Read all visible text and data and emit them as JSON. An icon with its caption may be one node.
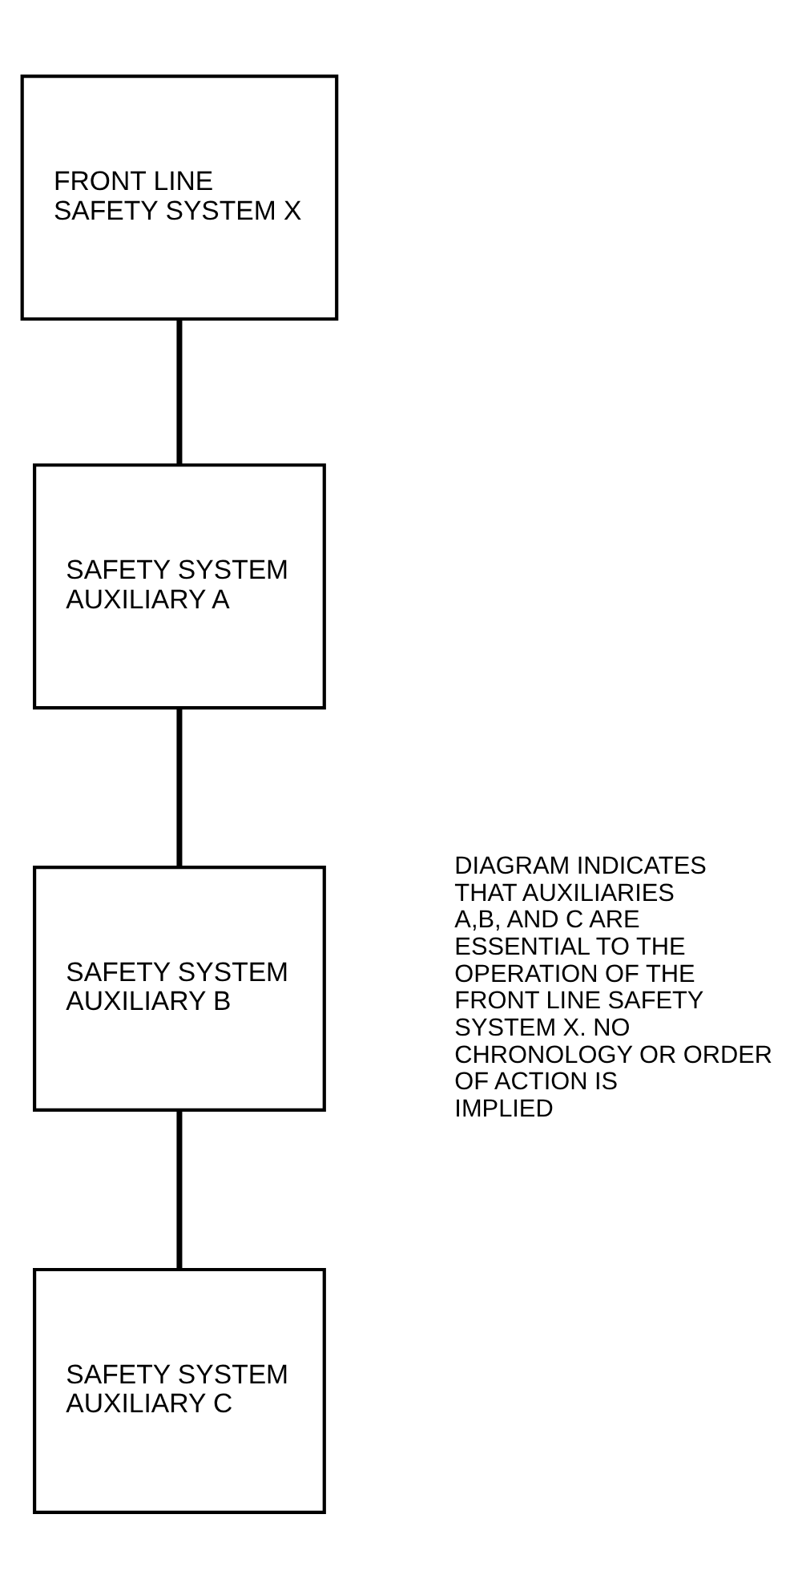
{
  "diagram": {
    "nodes": [
      {
        "text": [
          "FRONT LINE SAFETY SYSTEM X"
        ]
      },
      {
        "text": [
          "SAFETY SYSTEM AUXILIARY A"
        ]
      },
      {
        "text": [
          "SAFETY SYSTEM AUXILIARY B"
        ]
      },
      {
        "text": [
          "SAFETY SYSTEM AUXILIARY C"
        ]
      }
    ],
    "edges": [
      {
        "from": 0,
        "to": 1,
        "arrow": "none"
      },
      {
        "from": 1,
        "to": 2,
        "arrow": "none"
      },
      {
        "from": 2,
        "to": 3,
        "arrow": "none"
      }
    ],
    "labels": [
      "DIAGRAM INDICATES THAT AUXILIARIES A,B, AND C ARE ESSENTIAL TO THE OPERATION OF THE FRONT LINE SAFETY SYSTEM X. NO CHRONOLOGY OR ORDER OF ACTION IS IMPLIED"
    ]
  }
}
